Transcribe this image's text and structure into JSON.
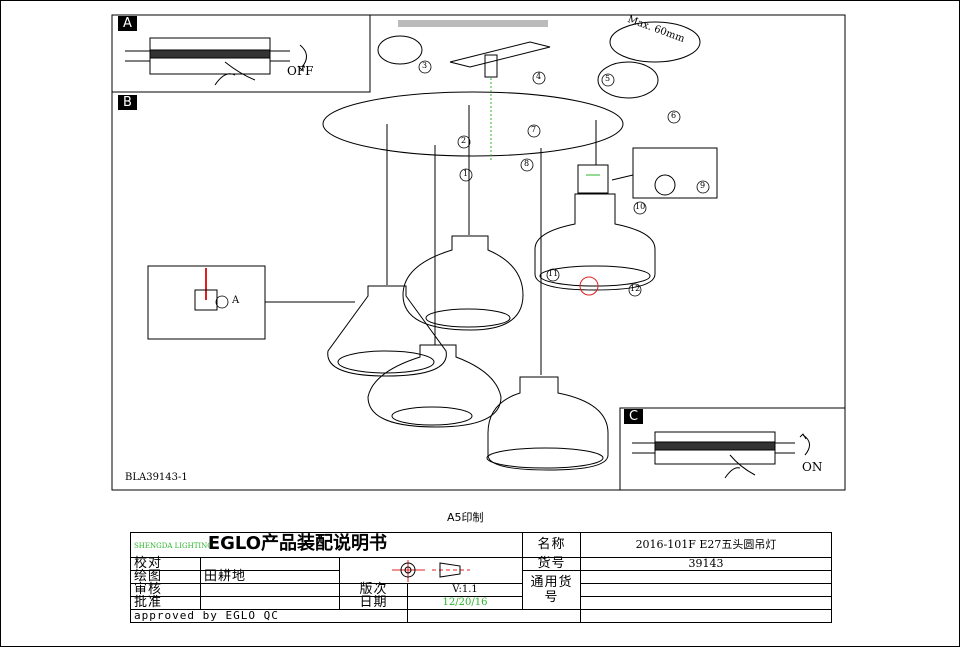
{
  "drawing": {
    "panel_a_label": "A",
    "panel_b_label": "B",
    "panel_c_label": "C",
    "off_label": "OFF",
    "on_label": "ON",
    "max_label": "Max. 60mm",
    "step_labels": [
      "1",
      "2",
      "3",
      "4",
      "5",
      "6",
      "7",
      "8",
      "9",
      "10",
      "11",
      "12"
    ],
    "detail_callout": "A",
    "model_code": "BLA39143-1",
    "print_size": "A5印制"
  },
  "title_block": {
    "logo_text": "SHENGDA LIGHTING",
    "title": "EGLO产品装配说明书",
    "name_label": "名称",
    "name_value": "2016-101F E27五头圆吊灯",
    "check_label": "校对",
    "check_value": "",
    "item_no_label": "货号",
    "item_no_value": "39143",
    "draw_label": "绘图",
    "draw_value": "田耕地",
    "review_label": "审核",
    "version_label": "版次",
    "version_value": "V:1.1",
    "general_item_label": "通用货号",
    "approve_label": "批准",
    "date_label": "日期",
    "date_value": "12/20/16",
    "approved_by": "approved by EGLO QC",
    "accent_color": "#e02020",
    "date_color": "#2bb52b"
  }
}
